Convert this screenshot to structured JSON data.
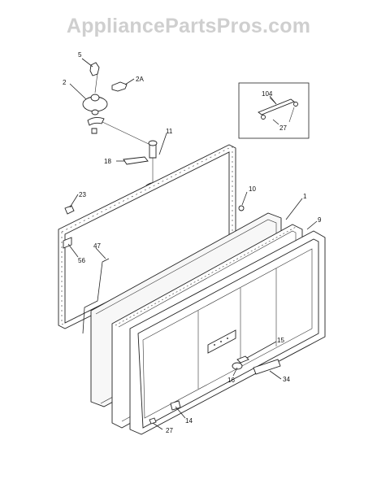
{
  "watermark": "AppliancePartsPros.com",
  "callouts": {
    "c5": "5",
    "c2": "2",
    "c2a": "2A",
    "c11": "11",
    "c104": "104",
    "c27a": "27",
    "c18": "18",
    "c23": "23",
    "c10": "10",
    "c1": "1",
    "c9": "9",
    "c47": "47",
    "c56": "56",
    "c15": "15",
    "c16": "16",
    "c34": "34",
    "c14": "14",
    "c27b": "27"
  },
  "colors": {
    "line": "#222222",
    "watermark": "#cfcfcf",
    "background": "#ffffff"
  }
}
